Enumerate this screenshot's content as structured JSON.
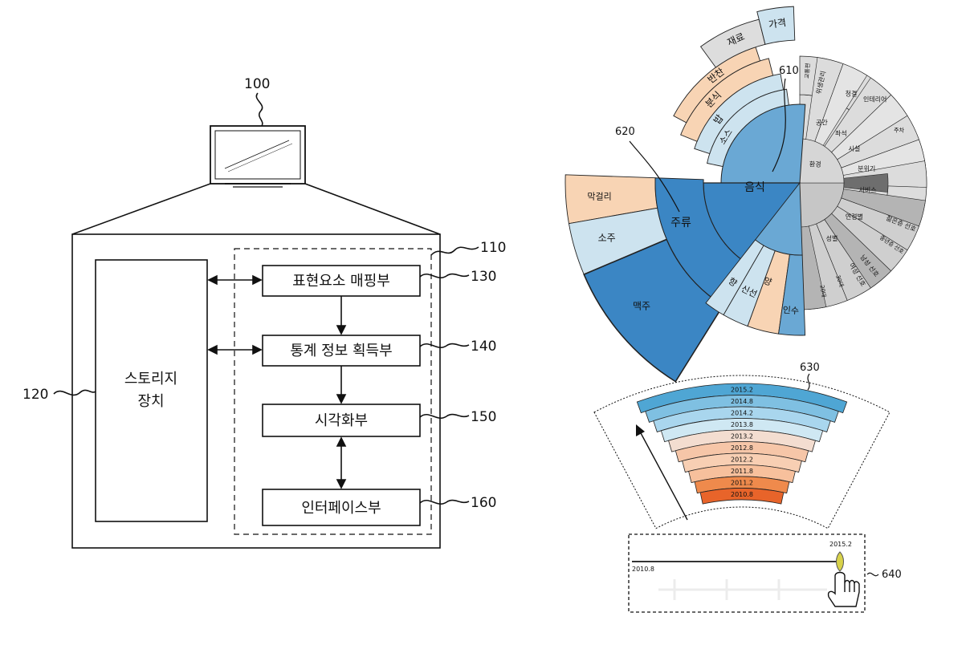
{
  "left_figure": {
    "ref_monitor": "100",
    "ref_processor": "110",
    "ref_storage": "120",
    "ref_mapping": "130",
    "ref_stats": "140",
    "ref_visual": "150",
    "ref_interface": "160",
    "storage_line1": "스토리지",
    "storage_line2": "장치",
    "block_mapping": "표현요소 매핑부",
    "block_stats": "통계 정보 획득부",
    "block_visual": "시각화부",
    "block_interface": "인터페이스부"
  },
  "sunburst": {
    "ref_food": "610",
    "ref_alcohol": "620",
    "center_food": "음식",
    "center_alcohol": "주류",
    "food_outer": [
      "가격",
      "재료",
      "반찬",
      "분식",
      "밥",
      "소스"
    ],
    "alcohol_outer": [
      "막걸리",
      "소주",
      "맥주"
    ],
    "food_lower": [
      "양",
      "신선",
      "향",
      "인수"
    ],
    "gray_top": [
      "청결",
      "인테리어",
      "위생관리",
      "교통편",
      "분위기"
    ],
    "gray_bottom": [
      "서비스",
      "연령별",
      "성별",
      "20대",
      "30대",
      "남성 선호",
      "여성 선호",
      "젊은층 선호",
      "중년층 선호"
    ],
    "gray_misc": [
      "환경",
      "공간",
      "좌석",
      "시설",
      "주차"
    ],
    "colors": {
      "dark_blue": "#3b86c4",
      "mid_blue": "#6aa8d4",
      "light_blue": "#cde3ef",
      "peach": "#f8d4b4",
      "gray_light": "#dcdcdc",
      "gray_mid": "#b4b4b4",
      "gray_dark": "#6e6e6e"
    }
  },
  "timeline_stack": {
    "ref": "630",
    "labels": [
      "2015.2",
      "2014.8",
      "2014.2",
      "2013.8",
      "2013.2",
      "2012.8",
      "2012.2",
      "2011.8",
      "2011.2",
      "2010.8"
    ],
    "colors": [
      "#4fa6d4",
      "#7fc0e2",
      "#a9d6ee",
      "#cfe8f3",
      "#f3ddd0",
      "#f6c6a8",
      "#f8cfb3",
      "#f7c09c",
      "#ef8a4c",
      "#e8642a"
    ]
  },
  "slider": {
    "ref": "640",
    "start_label": "2010.8",
    "end_label": "2015.2",
    "value_fraction": 1.0,
    "handle_color": "#d8d24a"
  }
}
